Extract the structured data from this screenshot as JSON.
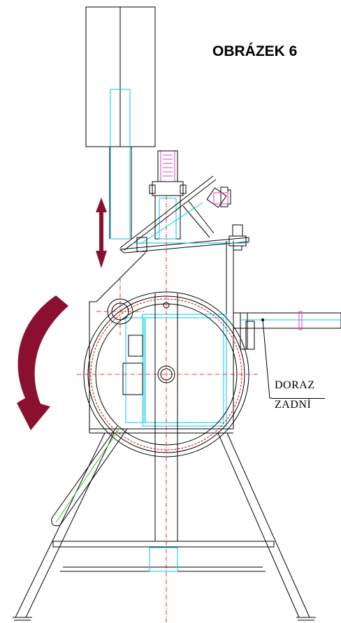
{
  "figure": {
    "title": "OBRÁZEK 6"
  },
  "callout": {
    "line1": "DORAZ",
    "line2": "ZADNÍ"
  },
  "icons": {
    "up_down_arrow": "vertical-double-arrow-icon",
    "rotation_arrow": "curved-rotation-arrow-icon"
  },
  "colors": {
    "outline": "#000000",
    "hidden_edges": "#00c8e6",
    "centerline": "#e00000",
    "arrow": "#8b1030",
    "threads": "#e040c8",
    "strut": "#40c040"
  }
}
